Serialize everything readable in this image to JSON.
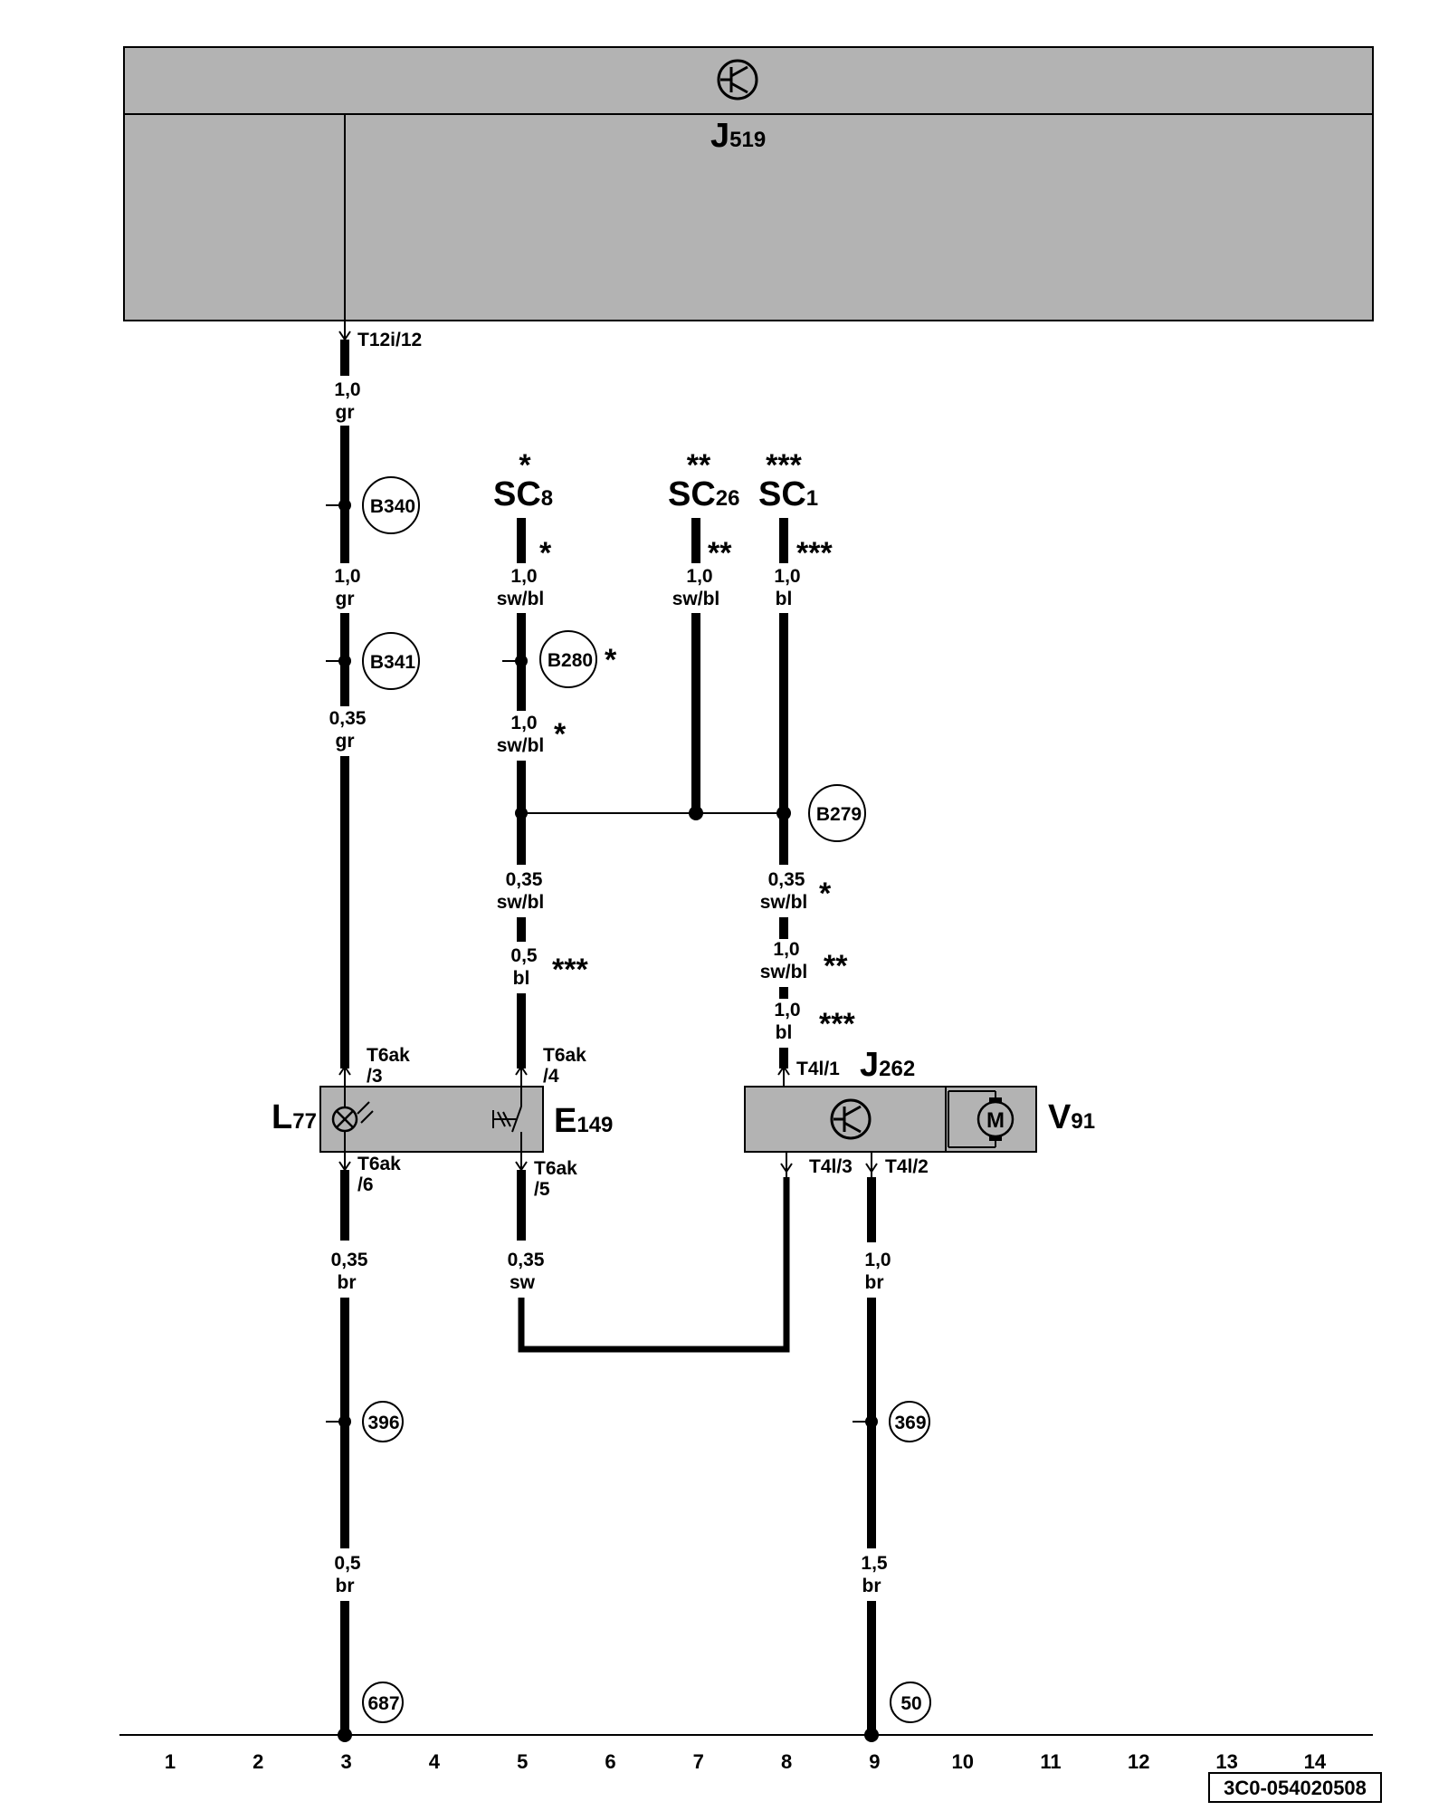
{
  "components": {
    "j519": {
      "letter": "J",
      "num": "519"
    },
    "j262": {
      "letter": "J",
      "num": "262"
    },
    "l77": {
      "letter": "L",
      "num": "77"
    },
    "e149": {
      "letter": "E",
      "num": "149"
    },
    "v91": {
      "letter": "V",
      "num": "91"
    },
    "motor_symbol": "M"
  },
  "fuses": {
    "sc8": {
      "label": "SC",
      "num": "8",
      "stars": "*"
    },
    "sc26": {
      "label": "SC",
      "num": "26",
      "stars": "**"
    },
    "sc1": {
      "label": "SC",
      "num": "1",
      "stars": "***"
    }
  },
  "pins": {
    "t12i_12": "T12i/12",
    "t6ak_3a": "T6ak",
    "t6ak_3b": "/3",
    "t6ak_4a": "T6ak",
    "t6ak_4b": "/4",
    "t6ak_6a": "T6ak",
    "t6ak_6b": "/6",
    "t6ak_5a": "T6ak",
    "t6ak_5b": "/5",
    "t4l_1": "T4l/1",
    "t4l_3": "T4l/3",
    "t4l_2": "T4l/2"
  },
  "wires": {
    "w1": {
      "size": "1,0",
      "color": "gr"
    },
    "w2": {
      "size": "1,0",
      "color": "gr"
    },
    "w3": {
      "size": "0,35",
      "color": "gr"
    },
    "w4": {
      "size": "1,0",
      "color": "sw/bl",
      "stars": "*"
    },
    "w5": {
      "size": "1,0",
      "color": "sw/bl",
      "stars": "**"
    },
    "w6": {
      "size": "1,0",
      "color": "bl",
      "stars": "***"
    },
    "w7": {
      "size": "1,0",
      "color": "sw/bl",
      "stars": "*"
    },
    "w8": {
      "size": "0,35",
      "color": "sw/bl"
    },
    "w9": {
      "size": "0,5",
      "color": "bl",
      "stars": "***"
    },
    "w10": {
      "size": "0,35",
      "color": "sw/bl",
      "stars": "*"
    },
    "w11": {
      "size": "1,0",
      "color": "sw/bl",
      "stars": "**"
    },
    "w12": {
      "size": "1,0",
      "color": "bl",
      "stars": "***"
    },
    "w13": {
      "size": "0,35",
      "color": "br"
    },
    "w14": {
      "size": "0,35",
      "color": "sw"
    },
    "w15": {
      "size": "1,0",
      "color": "br"
    },
    "w16": {
      "size": "0,5",
      "color": "br"
    },
    "w17": {
      "size": "1,5",
      "color": "br"
    }
  },
  "connectors": {
    "b340": "B340",
    "b341": "B341",
    "b280": "B280",
    "b280_stars": "*",
    "b279": "B279",
    "c396": "396",
    "c369": "369",
    "c687": "687",
    "c50": "50"
  },
  "track_numbers": [
    "1",
    "2",
    "3",
    "4",
    "5",
    "6",
    "7",
    "8",
    "9",
    "10",
    "11",
    "12",
    "13",
    "14"
  ],
  "doc_id": "3C0-054020508"
}
